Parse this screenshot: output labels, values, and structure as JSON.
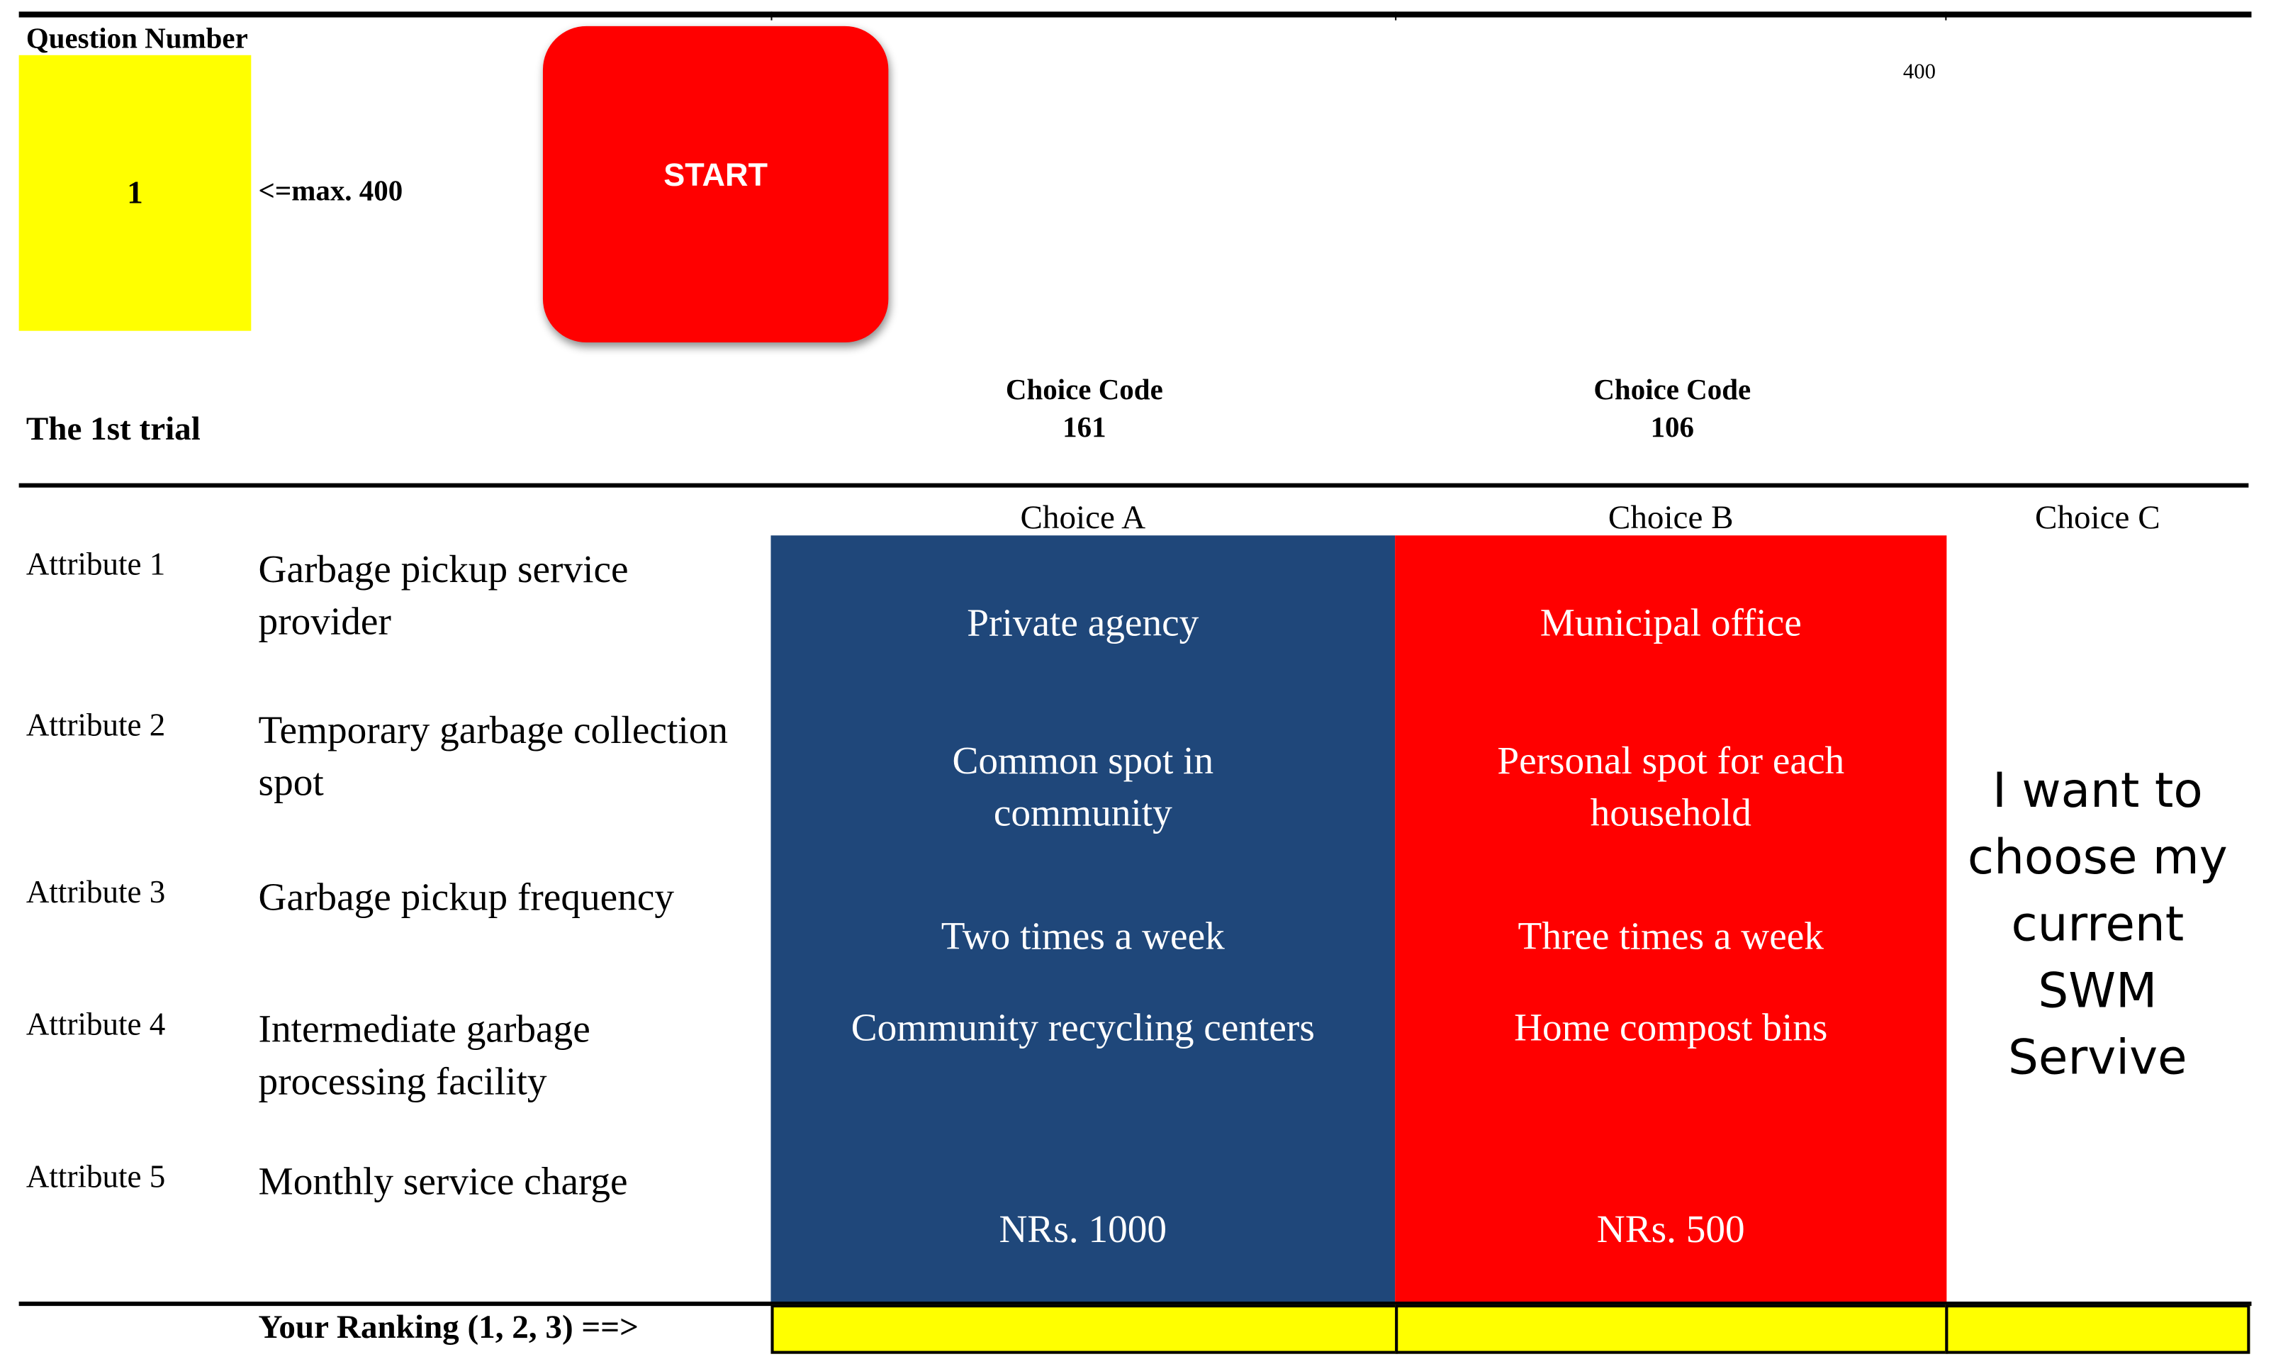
{
  "question": {
    "label": "Question Number",
    "value": "1",
    "max_note": "<=max. 400"
  },
  "start_button": {
    "label": "START"
  },
  "corner_value": "400",
  "trial": {
    "label": "The 1st trial"
  },
  "choice_codes": [
    {
      "label": "Choice Code",
      "code": "161"
    },
    {
      "label": "Choice Code",
      "code": "106"
    }
  ],
  "choice_headers": [
    "Choice A",
    "Choice B",
    "Choice C"
  ],
  "attributes": [
    {
      "number": "Attribute 1",
      "name": "Garbage pickup service provider",
      "choice_a": "Private agency",
      "choice_b": "Municipal office"
    },
    {
      "number": "Attribute 2",
      "name": "Temporary garbage collection spot",
      "choice_a": "Common spot in community",
      "choice_b": "Personal spot for each household"
    },
    {
      "number": "Attribute 3",
      "name": "Garbage pickup frequency",
      "choice_a": "Two times a week",
      "choice_b": "Three times a week"
    },
    {
      "number": "Attribute 4",
      "name": "Intermediate garbage processing facility",
      "choice_a": "Community recycling centers",
      "choice_b": "Home compost bins"
    },
    {
      "number": "Attribute 5",
      "name": "Monthly service charge",
      "choice_a": "NRs. 1000",
      "choice_b": "NRs. 500"
    }
  ],
  "choice_c_text": "I want to choose my current SWM Servive",
  "ranking": {
    "label": "Your Ranking (1, 2, 3) ==>",
    "values": [
      "",
      "",
      ""
    ]
  },
  "colors": {
    "choice_a": "#1f477a",
    "choice_b": "#ff0000",
    "highlight": "#ffff00",
    "start_button": "#ff0000"
  }
}
